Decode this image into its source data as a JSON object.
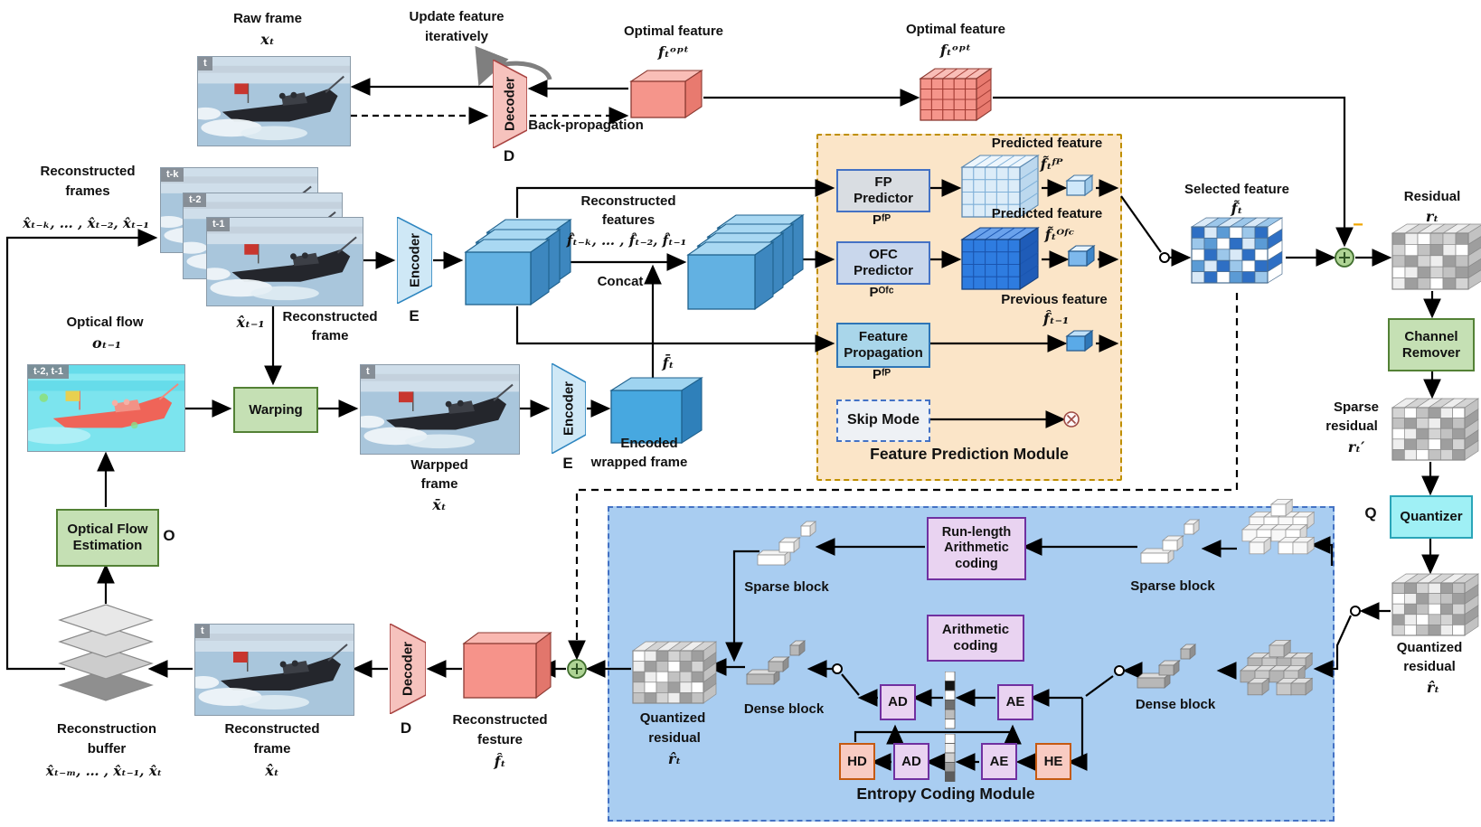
{
  "colors": {
    "fp_module_fill": "#fbe5c8",
    "fp_module_border": "#bf8f00",
    "entropy_fill": "#a9cdf1",
    "entropy_border": "#4472c4",
    "green_fill": "#c5e0b4",
    "green_border": "#538135",
    "purple_fill": "#e9d3f1",
    "purple_border": "#7030a0",
    "salmon_fill": "#f8cbc2",
    "salmon_border": "#c55a11",
    "quantizer_fill": "#9ff0f5",
    "minus_sign": "#f0a500",
    "blue_cube": "#62b1e2",
    "red_cube": "#f5958b"
  },
  "top": {
    "raw_frame_title": "Raw frame",
    "raw_frame_math": "xₜ",
    "raw_frame_tag": "t",
    "update_line1": "Update feature",
    "update_line2": "iteratively",
    "decoder_label": "Decoder",
    "decoder_sub": "D",
    "backprop_label": "Back-propagation",
    "optimal1_title": "Optimal feature",
    "optimal1_math": "fₜᵒᵖᵗ",
    "optimal2_title": "Optimal feature",
    "optimal2_math": "fₜᵒᵖᵗ"
  },
  "left": {
    "recon_frames_line1": "Reconstructed",
    "recon_frames_line2": "frames",
    "recon_frames_math": "x̂ₜ₋ₖ, … , x̂ₜ₋₂, x̂ₜ₋₁",
    "tag_tk": "t-k",
    "tag_t2": "t-2",
    "tag_t1": "t-1",
    "prev_frame_math": "x̂ₜ₋₁",
    "recon_frame_line1": "Reconstructed",
    "recon_frame_line2": "frame",
    "encoder_label": "Encoder",
    "encoder_sub": "E",
    "optical_flow_title": "Optical flow",
    "optical_flow_math": "oₜ₋₁",
    "optical_flow_tag": "t-2, t-1",
    "ofe_line1": "Optical Flow",
    "ofe_line2": "Estimation",
    "ofe_sub": "O",
    "warping_label": "Warping",
    "warped_line1": "Warpped",
    "warped_line2": "frame",
    "warped_math": "x̄ₜ",
    "warped_tag": "t",
    "encoder2_label": "Encoder",
    "encoder2_sub": "E",
    "encoded_line1": "Encoded",
    "encoded_line2": "wrapped frame",
    "fbar_math": "f̄ₜ"
  },
  "features": {
    "line1": "Reconstructed",
    "line2": "features",
    "math": "f̂ₜ₋ₖ, … , f̂ₜ₋₂, f̂ₜ₋₁",
    "concat_label": "Concat"
  },
  "fp_module": {
    "title": "Feature Prediction Module",
    "fp_line1": "FP",
    "fp_line2": "Predictor",
    "fp_sub": "Pᶠᴾ",
    "ofc_line1": "OFC",
    "ofc_line2": "Predictor",
    "ofc_sub": "Pᴼᶠᶜ",
    "prop_line1": "Feature",
    "prop_line2": "Propagation",
    "prop_sub": "Pᶠᴾ",
    "skip_label": "Skip Mode",
    "pred1_title": "Predicted feature",
    "pred1_math": "f̃ₜᶠᴾ",
    "pred2_title": "Predicted feature",
    "pred2_math": "f̃ₜᴼᶠᶜ",
    "prev_title": "Previous feature",
    "prev_math": "f̂ₜ₋₁"
  },
  "right": {
    "selected_title": "Selected feature",
    "selected_math": "f̃ₜ",
    "minus_label": "−",
    "residual_title": "Residual",
    "residual_math": "rₜ",
    "channel_line1": "Channel",
    "channel_line2": "Remover",
    "sparse_line1": "Sparse",
    "sparse_line2": "residual",
    "sparse_math": "rₜ′",
    "quantizer_label": "Quantizer",
    "quantizer_sub": "Q",
    "quantized_line1": "Quantized",
    "quantized_line2": "residual",
    "quantized_math": "r̂ₜ"
  },
  "entropy": {
    "title": "Entropy Coding Module",
    "rl_line1": "Run-length",
    "rl_line2": "Arithmetic",
    "rl_line3": "coding",
    "ac_line1": "Arithmetic",
    "ac_line2": "coding",
    "sparse_block_left": "Sparse block",
    "sparse_block_right": "Sparse block",
    "dense_block_left": "Dense block",
    "dense_block_right": "Dense block",
    "qr_line1": "Quantized",
    "qr_line2": "residual",
    "qr_math": "r̂ₜ",
    "ad_label": "AD",
    "ae_label": "AE",
    "ad2_label": "AD",
    "ae2_label": "AE",
    "hd_label": "HD",
    "he_label": "HE"
  },
  "bottom": {
    "recon_feature_line1": "Reconstructed",
    "recon_feature_line2": "festure",
    "recon_feature_math": "f̂ₜ",
    "decoder_label": "Decoder",
    "decoder_sub": "D",
    "frame_line1": "Reconstructed",
    "frame_line2": "frame",
    "frame_math": "x̂ₜ",
    "frame_tag": "t",
    "buffer_line1": "Reconstruction",
    "buffer_line2": "buffer",
    "buffer_math": "x̂ₜ₋ₘ, … , x̂ₜ₋₁, x̂ₜ"
  }
}
